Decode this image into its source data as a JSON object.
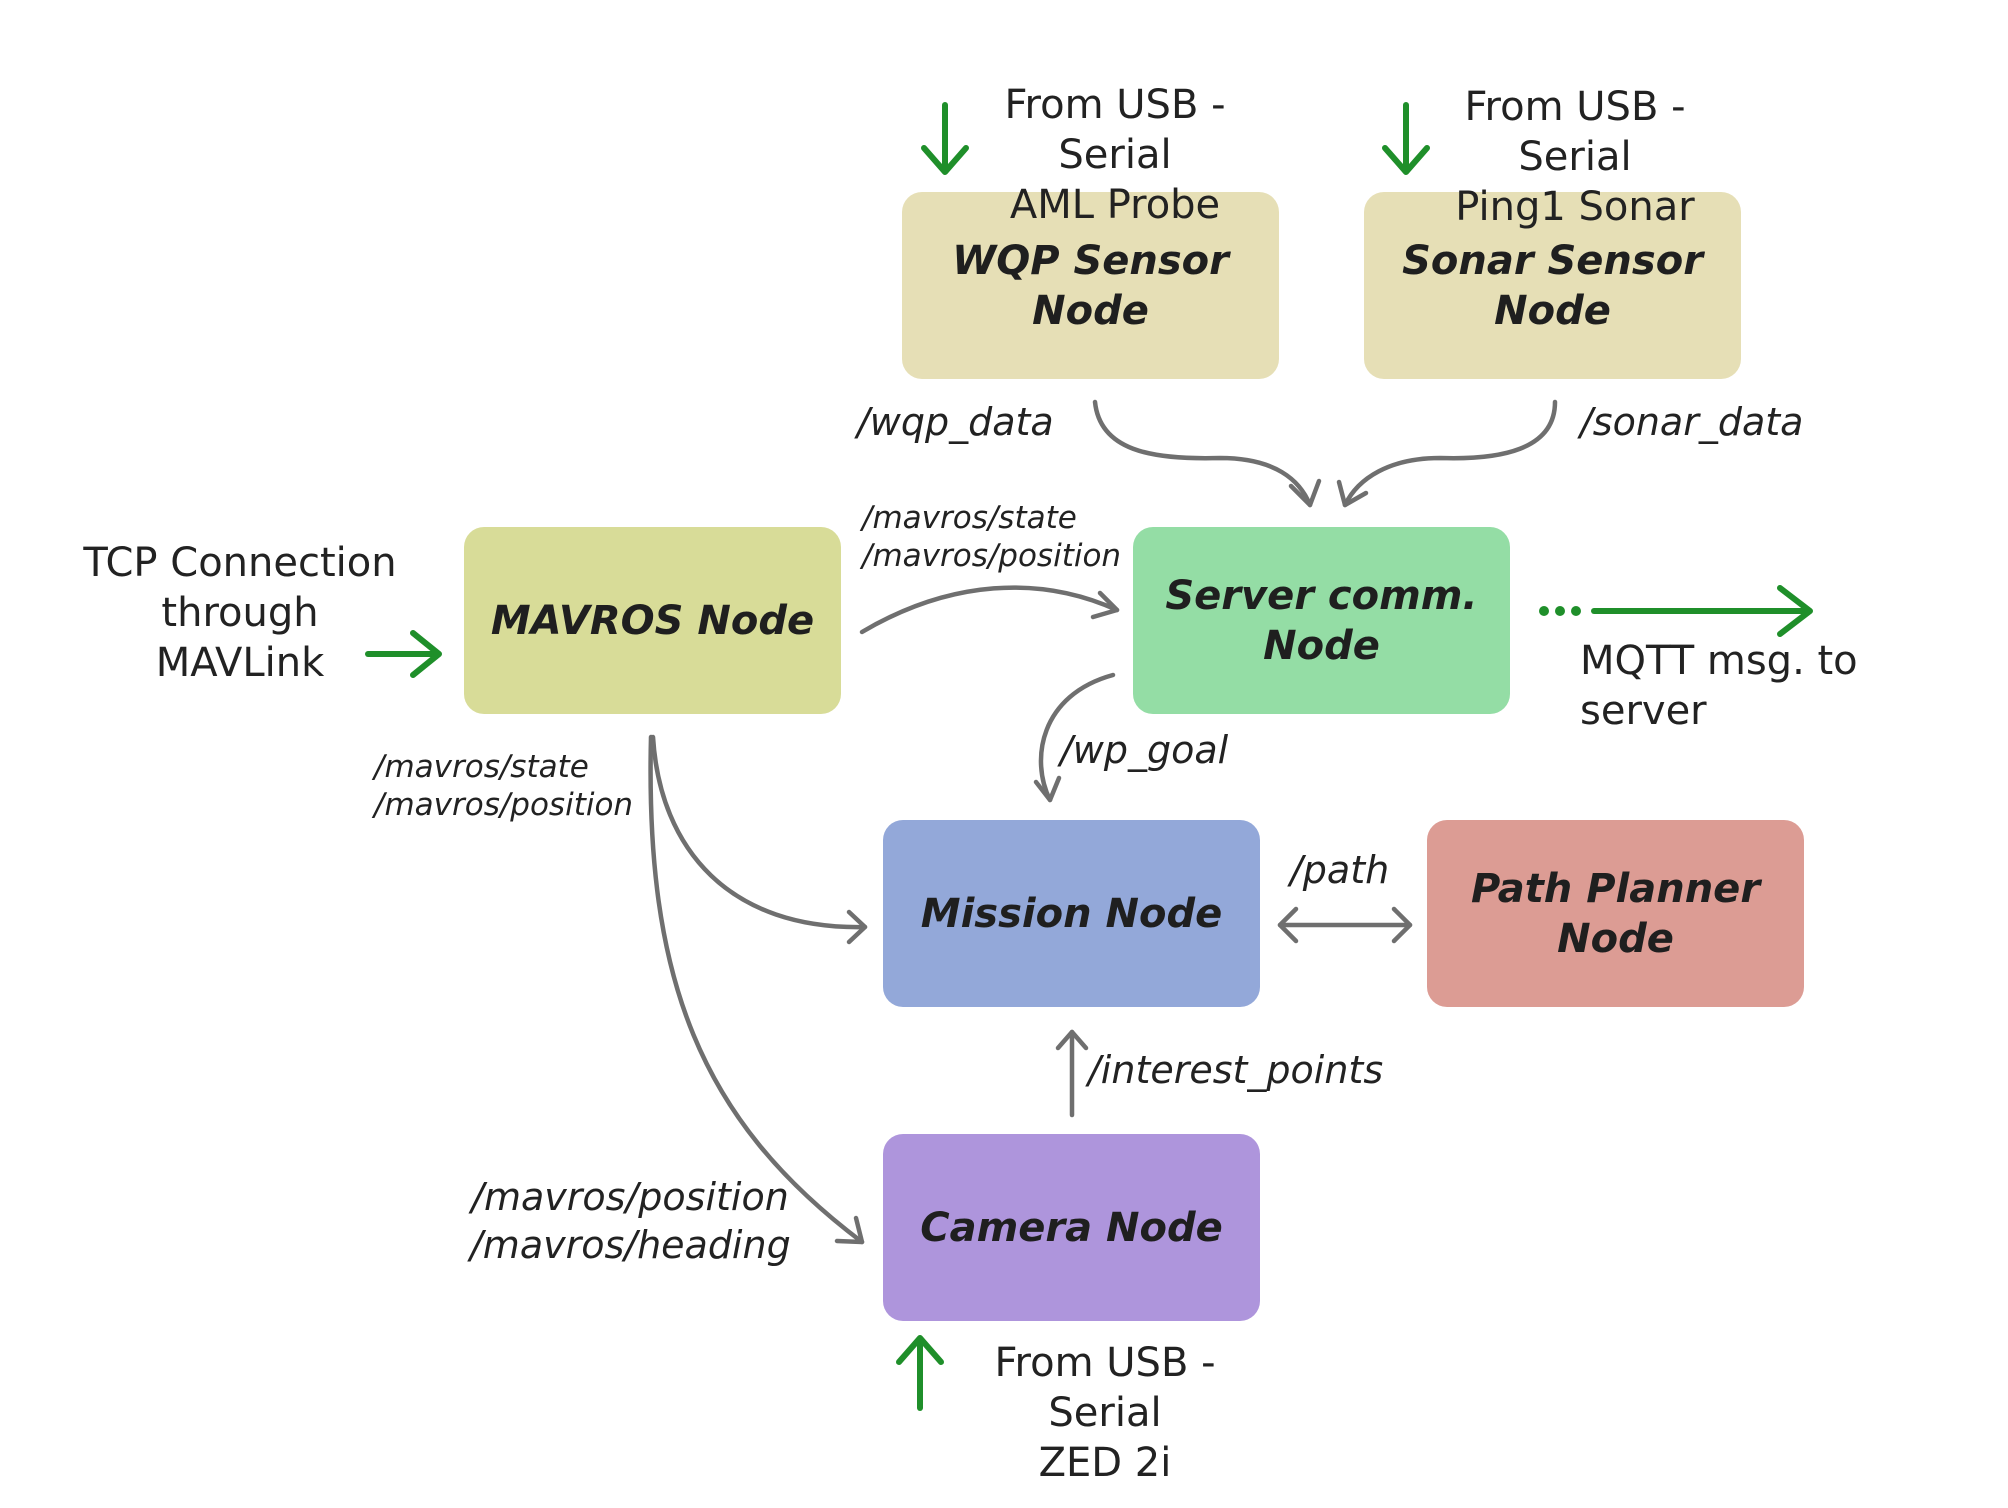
{
  "colors": {
    "wqp_node": "#e6dfb6",
    "sonar_node": "#e6dfb6",
    "mavros_node": "#d8dc98",
    "server_node": "#94dda5",
    "mission_node": "#93a8d9",
    "path_planner_node": "#dc9c94",
    "camera_node": "#ae95dc",
    "external_arrow": "#1f8f2a",
    "topic_arrow": "#6f6f6f"
  },
  "nodes": {
    "wqp": "WQP Sensor\nNode",
    "sonar": "Sonar Sensor\nNode",
    "mavros": "MAVROS Node",
    "server": "Server comm.\nNode",
    "mission": "Mission Node",
    "path_planner": "Path Planner\nNode",
    "camera": "Camera Node"
  },
  "external_labels": {
    "wqp_source": "From USB - Serial\nAML Probe",
    "sonar_source": "From USB - Serial\nPing1 Sonar",
    "tcp": "TCP Connection\nthrough MAVLink",
    "mqtt": "MQTT msg. to server",
    "camera_source": "From USB - Serial\nZED 2i"
  },
  "topics": {
    "wqp_data": "/wqp_data",
    "sonar_data": "/sonar_data",
    "mavros_to_server": "/mavros/state\n/mavros/position",
    "mavros_to_mission": "/mavros/state\n/mavros/position",
    "wp_goal": "/wp_goal",
    "path": "/path",
    "interest_points": "/interest_points",
    "mavros_to_camera": "/mavros/position\n/mavros/heading"
  }
}
